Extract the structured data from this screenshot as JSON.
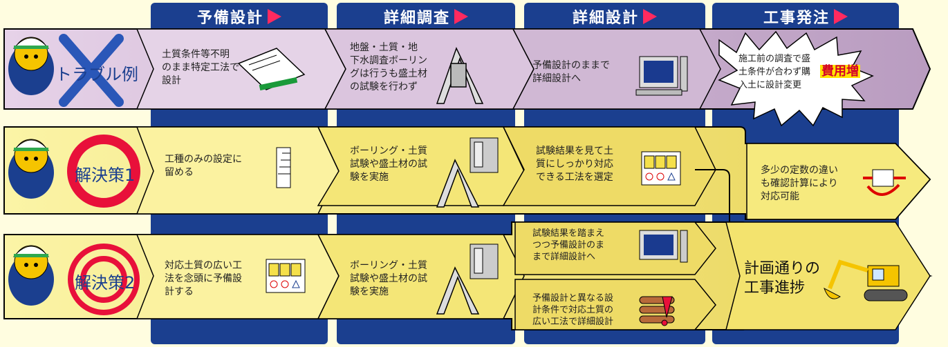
{
  "phases": [
    {
      "title": "予備設計"
    },
    {
      "title": "詳細調査"
    },
    {
      "title": "詳細設計"
    },
    {
      "title": "工事発注"
    }
  ],
  "rows": {
    "trouble": {
      "label": "トラブル例",
      "cells": [
        "土質条件等不明\nのまま特定工法で\n設計",
        "地盤・土質・地\n下水調査ボーリン\nグは行うも盛土材\nの試験を行わず",
        "予備設計のままで\n詳細設計へ"
      ],
      "burst_text": "施工前の調査で盛\n土条件が合わず購\n入土に設計変更",
      "burst_highlight": "費用増"
    },
    "solution1": {
      "label": "解決策1",
      "cells": [
        "工種のみの設定に\n留める",
        "ボーリング・土質\n試験や盛土材の試\n験を実施",
        "試験結果を見て土\n質にしっかり対応\nできる工法を選定",
        "多少の定数の違い\nも確認計算により\n対応可能"
      ]
    },
    "solution2": {
      "label": "解決策2",
      "cells": [
        "対応土質の広い工\n法を念頭に予備設\n計する",
        "ボーリング・土質\n試験や盛土材の試\n験を実施",
        "試験結果を踏まえ\nつつ予備設計のま\nまで詳細設計へ",
        "予備設計と異なる設\n計条件で対応土質の\n広い工法で詳細設計"
      ]
    },
    "final": "計画通りの\n工事進捗"
  },
  "colors": {
    "phase_bg": "#1b3f8f",
    "phase_arrow": "#ff2a5f",
    "trouble_band": "#d8bedb",
    "solution_band": "#f5eb7a",
    "cross": "#2a57b8",
    "ring": "#e8103a",
    "highlight_text": "#d4002a",
    "highlight_bg": "#ffe400"
  },
  "icons": [
    "cross-mark-icon",
    "ring-icon",
    "target-icon",
    "document-pen-icon",
    "drilling-rig-icon",
    "computer-icon",
    "lab-apparatus-icon",
    "chart-board-icon",
    "stair-section-icon",
    "calculation-loop-icon",
    "excavator-icon",
    "pipes-warning-icon",
    "worker-character-icon"
  ]
}
